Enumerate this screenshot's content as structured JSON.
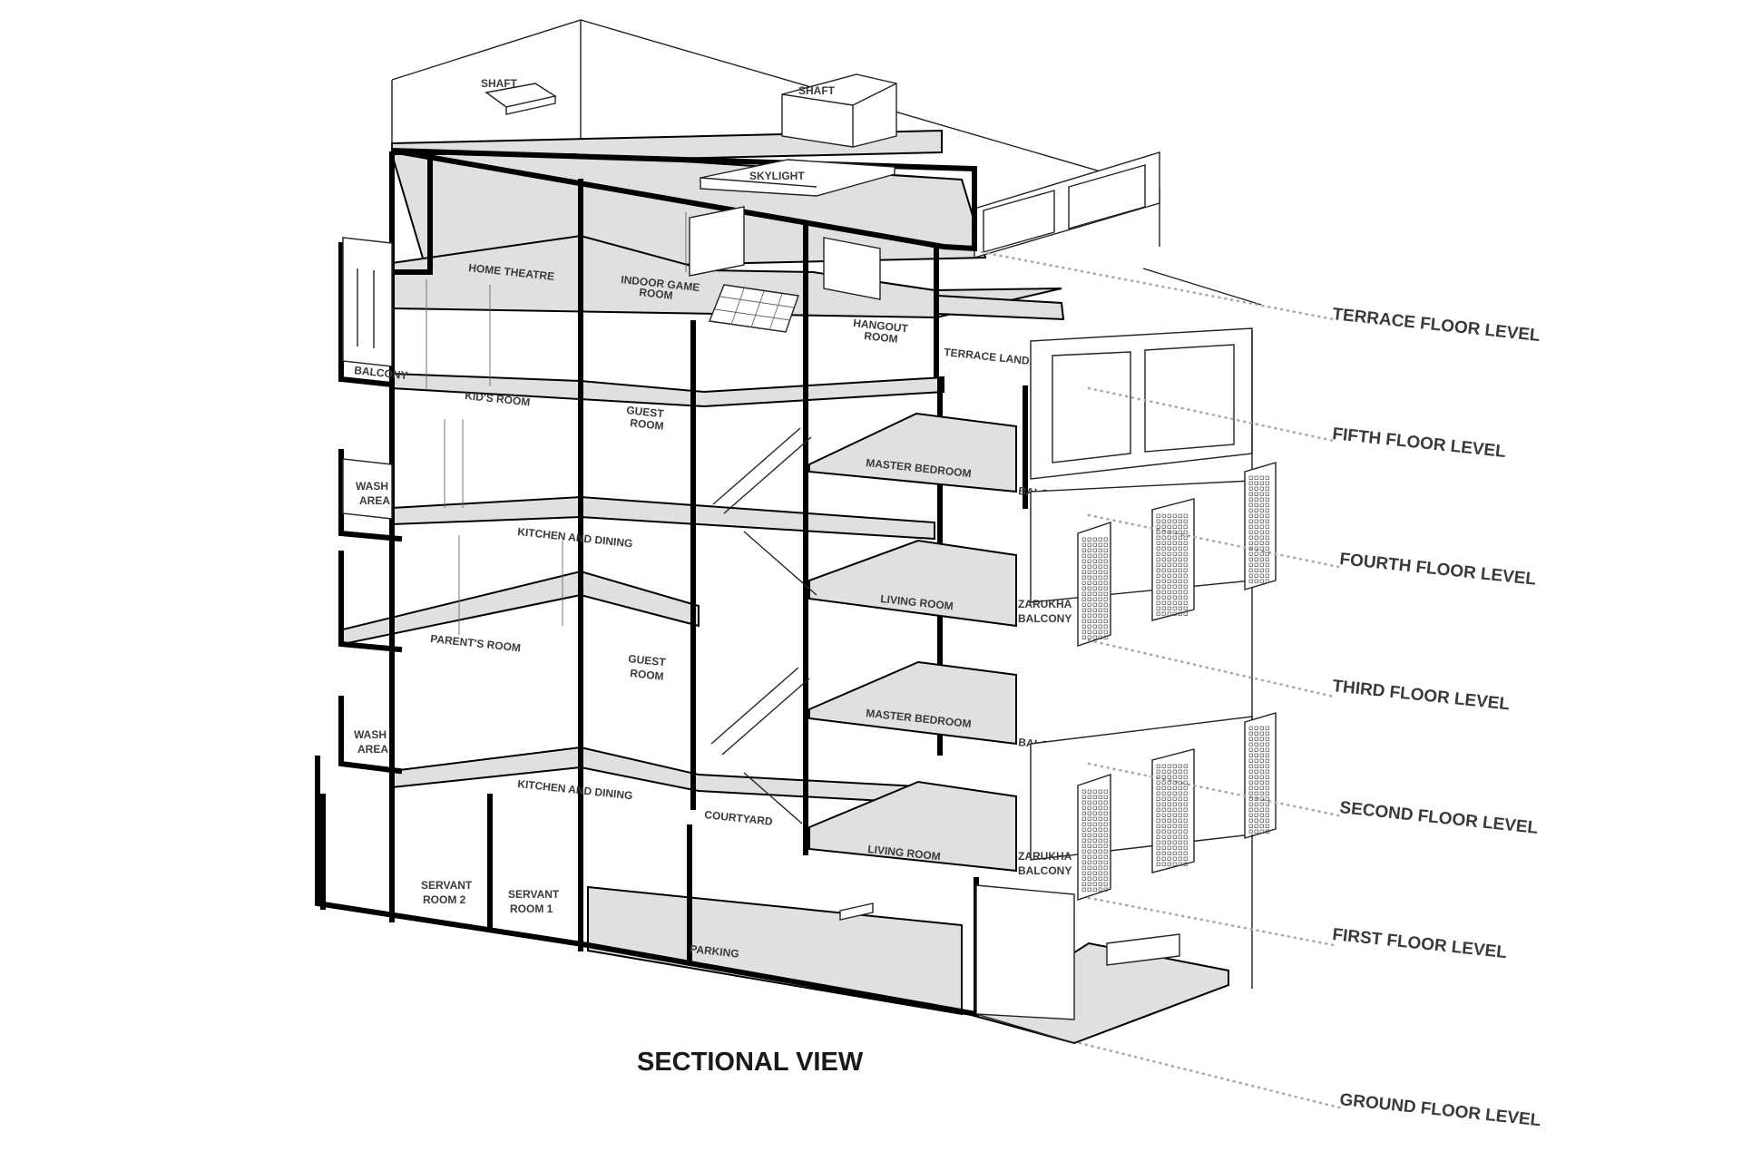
{
  "title": "SECTIONAL VIEW",
  "rooms": {
    "shaft_left": "SHAFT",
    "shaft_right": "SHAFT",
    "skylight": "SKYLIGHT",
    "home_theatre": "HOME THEATRE",
    "indoor_game_1": "INDOOR GAME",
    "indoor_game_2": "ROOM",
    "hangout_1": "HANGOUT",
    "hangout_2": "ROOM",
    "terrace_landscape": "TERRACE LANDSCAPE",
    "balcony_top_left": "BALCONY",
    "kids_room": "KID'S ROOM",
    "guest_top_1": "GUEST",
    "guest_top_2": "ROOM",
    "master_bedroom_upper": "MASTER BEDROOM",
    "balcony_fifth": "BALCONY",
    "wash_upper_1": "WASH",
    "wash_upper_2": "AREA",
    "kitchen_upper": "KITCHEN AND DINING",
    "living_upper": "LIVING ROOM",
    "zarukha_upper_1": "ZARUKHA",
    "zarukha_upper_2": "BALCONY",
    "parents_room": "PARENT'S ROOM",
    "guest_lower_1": "GUEST",
    "guest_lower_2": "ROOM",
    "master_bedroom_lower": "MASTER BEDROOM",
    "balcony_third": "BALCONY",
    "wash_lower_1": "WASH",
    "wash_lower_2": "AREA",
    "kitchen_lower": "KITCHEN AND DINING",
    "courtyard": "COURTYARD",
    "living_lower": "LIVING ROOM",
    "zarukha_lower_1": "ZARUKHA",
    "zarukha_lower_2": "BALCONY",
    "servant2_1": "SERVANT",
    "servant2_2": "ROOM 2",
    "servant1_1": "SERVANT",
    "servant1_2": "ROOM 1",
    "parking": "PARKING"
  },
  "levels": [
    "TERRACE FLOOR LEVEL",
    "FIFTH FLOOR LEVEL",
    "FOURTH FLOOR LEVEL",
    "THIRD FLOOR LEVEL",
    "SECOND FLOOR LEVEL",
    "FIRST FLOOR LEVEL",
    "GROUND FLOOR LEVEL"
  ],
  "colors": {
    "line": "#000000",
    "slab": "#e0e0e0",
    "text": "#3a3a3a",
    "leader": "#a8a8a8"
  }
}
